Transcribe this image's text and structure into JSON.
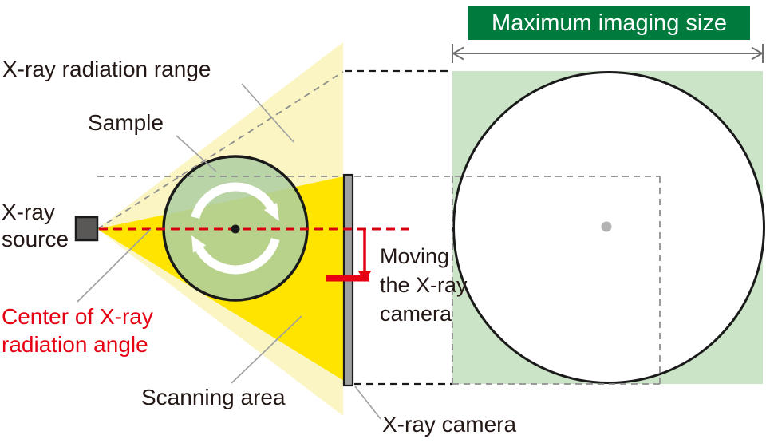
{
  "banner": {
    "label": "Maximum imaging size",
    "bg_color": "#007a3d",
    "text_color": "#ffffff"
  },
  "labels": {
    "radiation_range": "X-ray radiation range",
    "sample": "Sample",
    "source": "X-ray\nsource",
    "center_of_angle": "Center of X-ray\nradiation angle",
    "scanning_area": "Scanning area",
    "camera": "X-ray camera",
    "moving_camera": "Moving\nthe X-ray\ncamera"
  },
  "colors": {
    "radiation_cone_pale": "#faf5c2",
    "scanning_cone_yellow": "#ffe400",
    "imaging_square_green": "#cbe3c6",
    "sample_green": "rgba(173,207,163,0.85)",
    "accent_red": "#e60012",
    "center_line_red": "#d7000f",
    "camera_gray": "#9fa0a0",
    "source_gray": "#595857",
    "leader_gray": "#9fa0a0",
    "center_dot_gray": "#b3b3b4",
    "outline_black": "#1a1a1a"
  },
  "icons": {
    "rotation": "clockwise-rotation-icon",
    "move_arrow": "down-arrow-icon",
    "dimension": "double-headed-arrow-icon"
  }
}
